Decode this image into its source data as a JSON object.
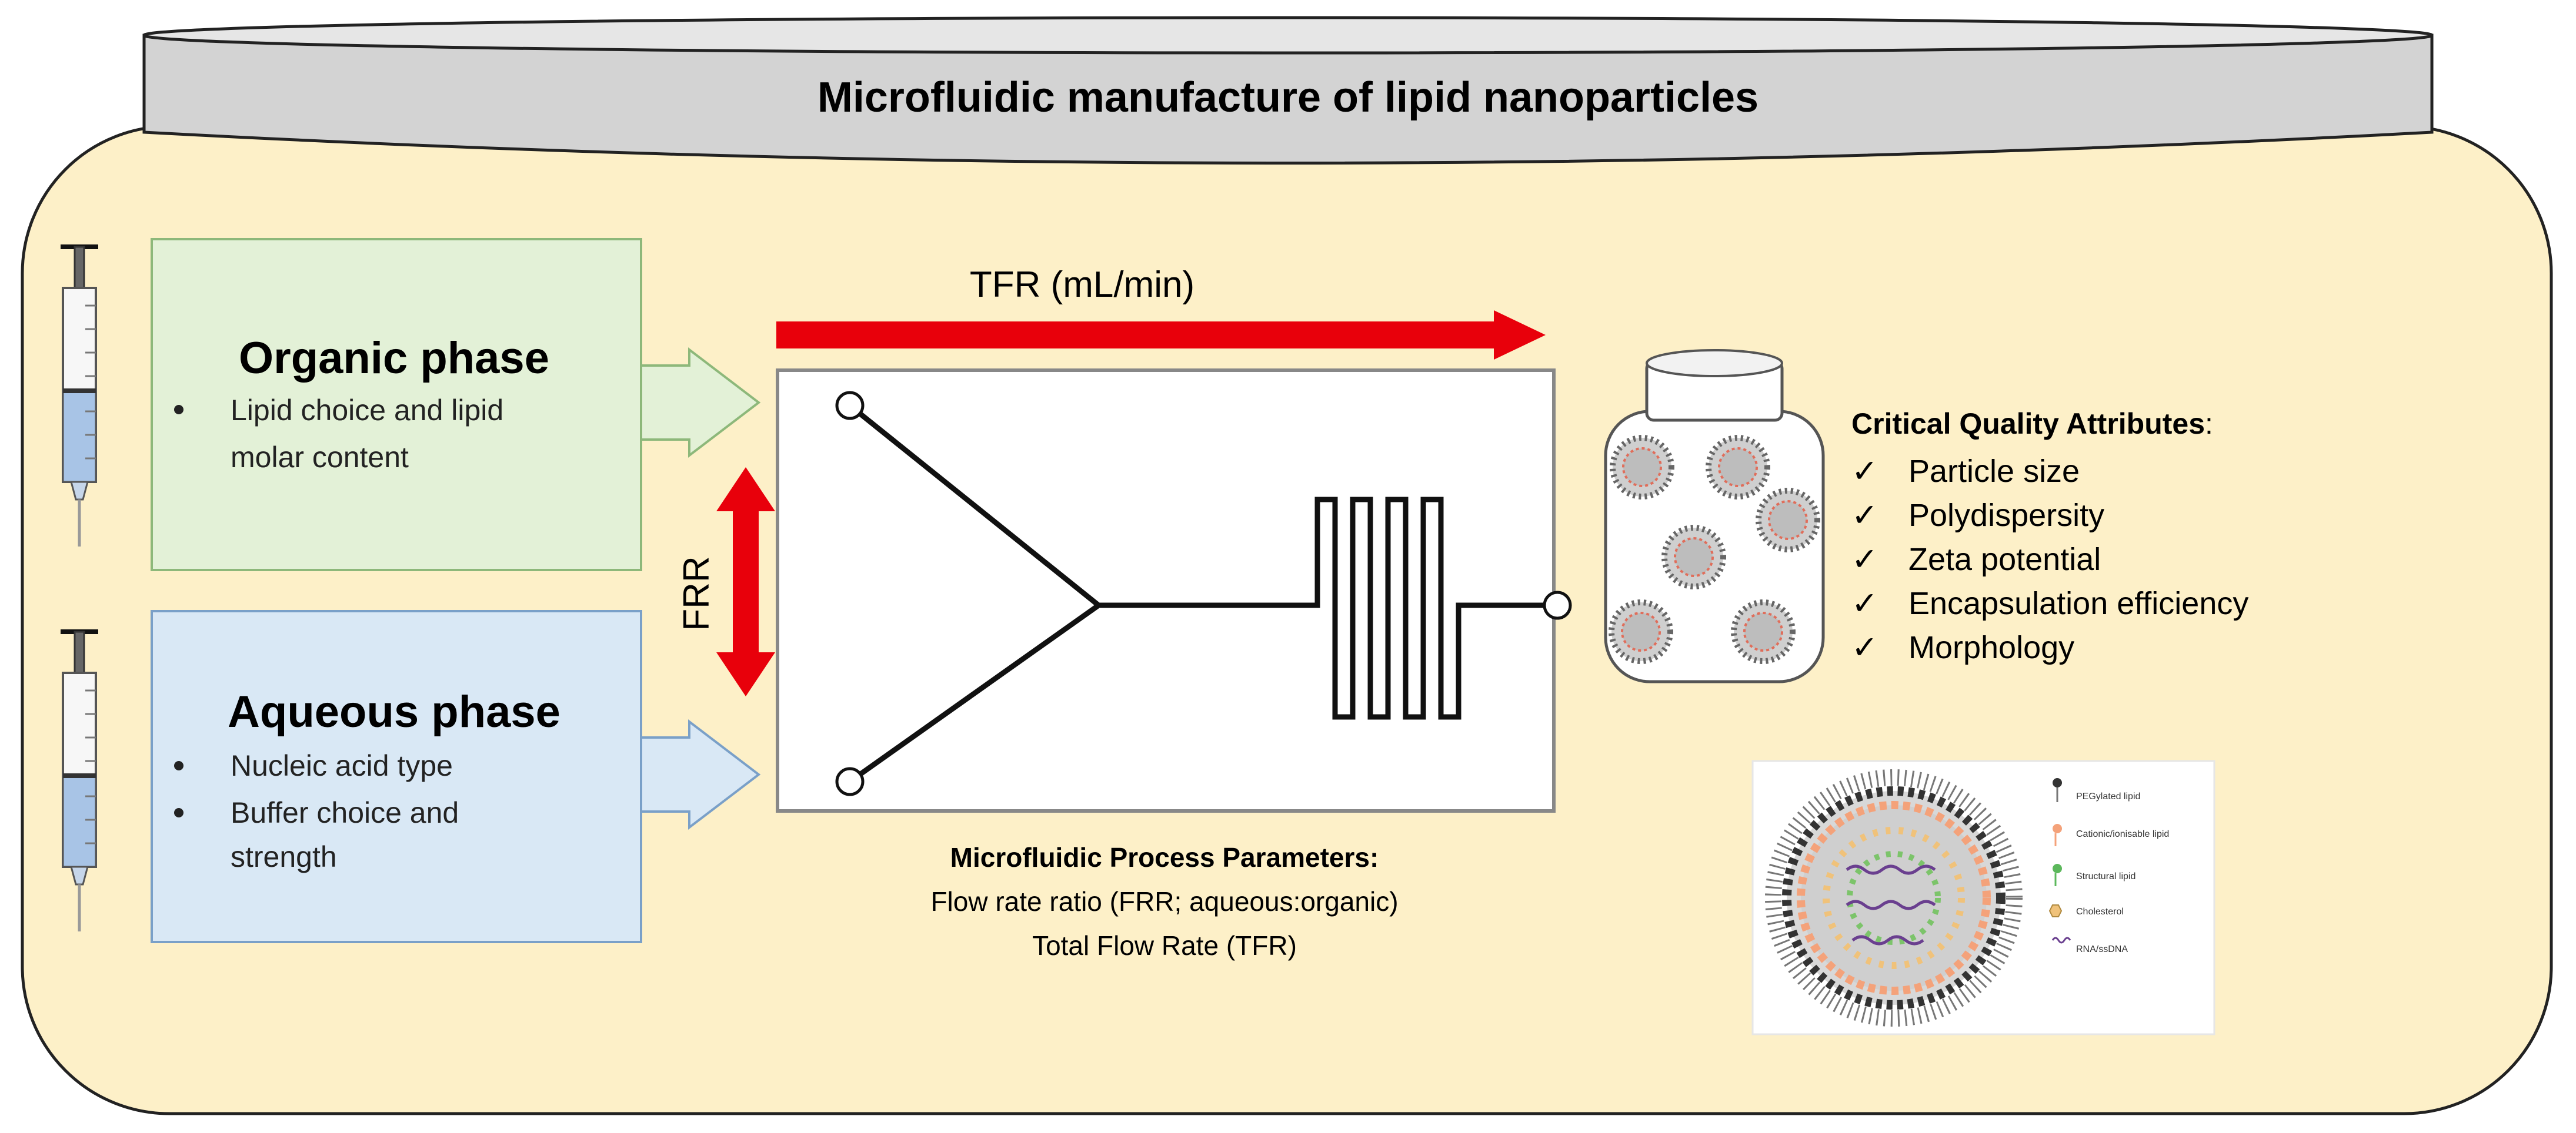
{
  "title": "Microfluidic manufacture of lipid nanoparticles",
  "organic_phase": {
    "title": "Organic phase",
    "bullets": [
      "Lipid choice and lipid",
      "molar content"
    ]
  },
  "aqueous_phase": {
    "title": "Aqueous phase",
    "bullets": [
      "Nucleic acid type",
      "Buffer choice and",
      "strength"
    ]
  },
  "tfr_label": "TFR (mL/min)",
  "frr_label": "FRR",
  "process_parameters": {
    "title": "Microfluidic Process Parameters:",
    "lines": [
      "Flow rate ratio (FRR; aqueous:organic)",
      "Total Flow Rate (TFR)"
    ]
  },
  "cqa": {
    "title": "Critical Quality Attributes",
    "title_suffix": ":",
    "check_symbol": "✓",
    "items": [
      "Particle size",
      "Polydispersity",
      "Zeta potential",
      "Encapsulation efficiency",
      "Morphology"
    ]
  },
  "lnp_legend": {
    "items": [
      "PEGylated lipid",
      "Cationic/ionisable lipid",
      "Structural lipid",
      "Cholesterol",
      "RNA/ssDNA"
    ]
  },
  "colors": {
    "background": "#fdf0c8",
    "organic_fill": "#e3f1d7",
    "aqueous_fill": "#d9e8f5",
    "arrow_red": "#e8000b",
    "lid_gray": "#d3d3d3"
  }
}
